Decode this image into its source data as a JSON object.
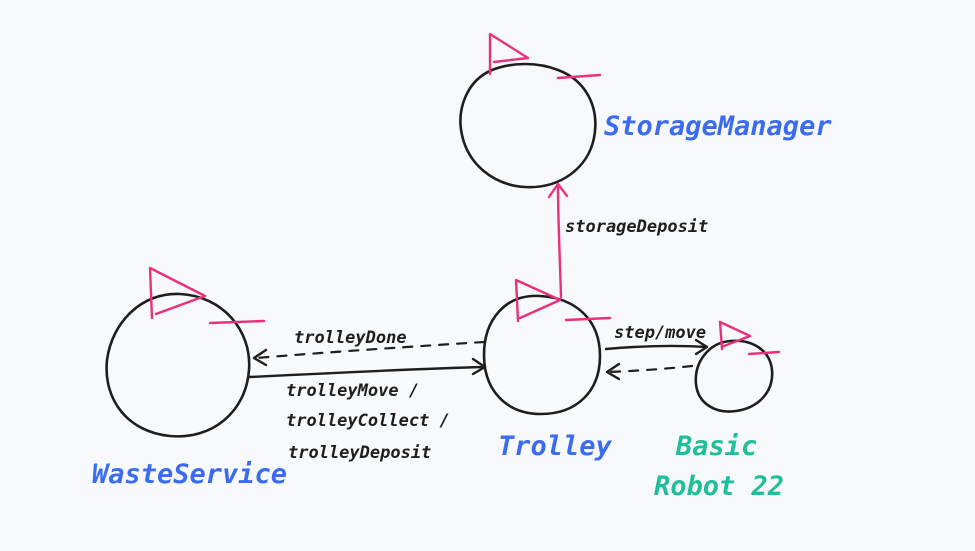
{
  "colors": {
    "background": "#f8f9fa",
    "stroke": "#1e1e1e",
    "flag": "#e8317a",
    "actor_label_blue": "#3b6cf0",
    "actor_label_green": "#1fbf9a"
  },
  "nodes": {
    "waste_service": {
      "label": "WasteService"
    },
    "trolley": {
      "label": "Trolley"
    },
    "storage_manager": {
      "label": "StorageManager"
    },
    "basic_robot": {
      "label_line1": "Basic",
      "label_line2": "Robot 22"
    }
  },
  "edges": {
    "trolley_done": {
      "label": "trolleyDone",
      "style": "dashed"
    },
    "trolley_commands": {
      "label_line1": "trolleyMove /",
      "label_line2": "trolleyCollect /",
      "label_line3": "trolleyDeposit",
      "style": "solid"
    },
    "storage_deposit": {
      "label": "storageDeposit",
      "style": "solid",
      "color": "#e8317a"
    },
    "step_move": {
      "label": "step/move",
      "style": "solid"
    },
    "robot_reply": {
      "label": "",
      "style": "dashed"
    }
  }
}
